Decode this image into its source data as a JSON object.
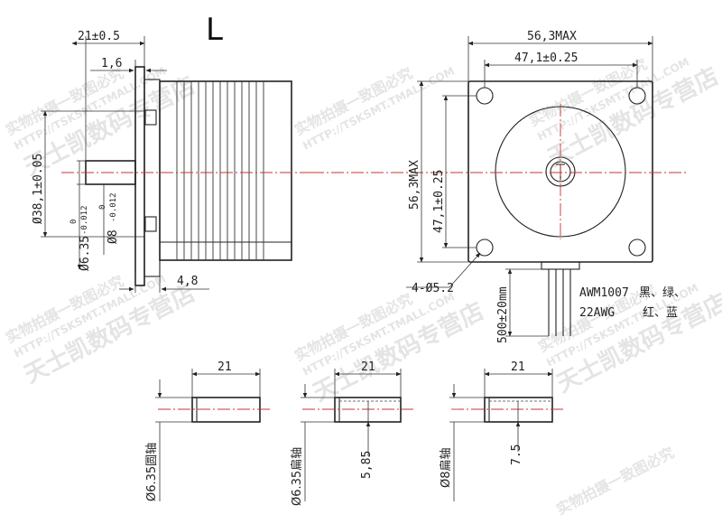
{
  "title_letter": "L",
  "side_view": {
    "dim_flange": "21±0.5",
    "dim_boss": "1,6",
    "dim_pilot": "Ø38,1±0.05",
    "dim_shaft": "Ø6.35",
    "dim_shaft_tol": "0",
    "dim_shaft_tol_low": "-0.012",
    "dim_shaft_alt": "Ø8",
    "dim_shaft_alt_tol": "0",
    "dim_shaft_alt_tol_low": "-0.012",
    "dim_flange_thick": "4,8"
  },
  "front_view": {
    "dim_width_max": "56,3MAX",
    "dim_hole_spacing": "47,1±0.25",
    "dim_height_max": "56,3MAX",
    "dim_hole_spacing_v": "47,1±0.25",
    "dim_holes": "4-Ø5.2",
    "dim_lead_length": "500±20mm",
    "wire_spec_line1": "AWM1007",
    "wire_colors_line1": "黑、绿、",
    "wire_spec_line2": "22AWG",
    "wire_colors_line2": "红、蓝"
  },
  "shafts": [
    {
      "length": "21",
      "label": "Ø6.35圆轴",
      "flat": ""
    },
    {
      "length": "21",
      "label": "Ø6.35扁轴",
      "flat": "5,85"
    },
    {
      "length": "21",
      "label": "Ø8扁轴",
      "flat": "7.5"
    }
  ],
  "watermarks": {
    "line1": "实物拍摄一致图必究",
    "line2": "HTTP://TSKSMT.TMALL.COM",
    "line3": "天士凯数码专营店"
  }
}
